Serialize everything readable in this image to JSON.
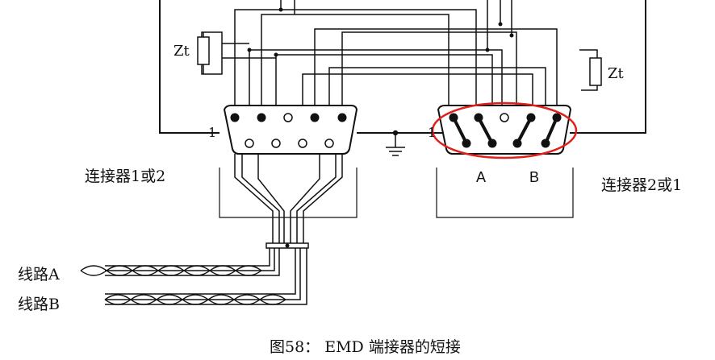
{
  "zt_left": "Zt",
  "zt_right": "Zt",
  "pin_left": "1",
  "pin_right": "1",
  "label_a": "A",
  "label_b": "B",
  "connector_left": "连接器1或2",
  "connector_right": "连接器2或1",
  "line_a": "线路A",
  "line_b": "线路B",
  "caption": "图58： EMD 端接器的短接",
  "highlight_color": "#e0201b"
}
